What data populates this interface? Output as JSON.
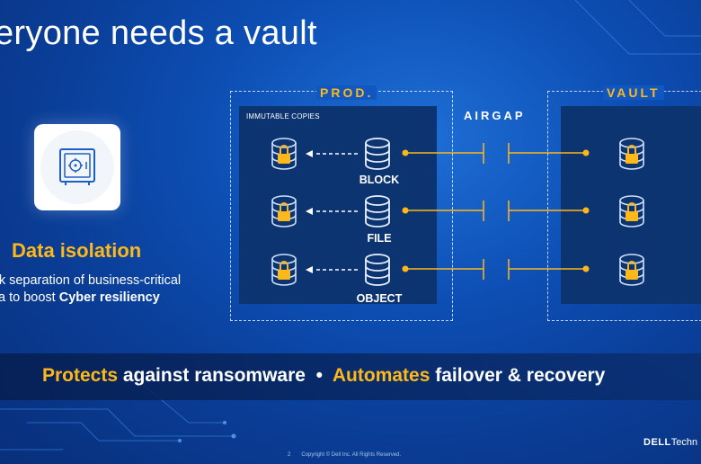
{
  "title": "eryone needs a vault",
  "isolation": {
    "icon": "vault-safe-icon",
    "title": "Data isolation",
    "desc_line1": "rk separation of business-critical",
    "desc_line2_prefix": "ta to boost ",
    "desc_line2_bold": "Cyber resiliency"
  },
  "prod": {
    "label": "PROD.",
    "sublabel": "IMMUTABLE COPIES"
  },
  "vault": {
    "label": "VAULT"
  },
  "airgap": "AIRGAP",
  "storage_types": [
    {
      "label": "BLOCK"
    },
    {
      "label": "FILE"
    },
    {
      "label": "OBJECT"
    }
  ],
  "banner": {
    "part1_highlight": "Protects",
    "part1_rest": " against ransomware",
    "separator": "  •  ",
    "part2_highlight": "Automates",
    "part2_rest": " failover & recovery"
  },
  "footer": {
    "page": "2",
    "copyright": "Copyright © Dell Inc. All Rights Reserved."
  },
  "logo": {
    "brand": "DELL",
    "suffix": "Techn"
  },
  "colors": {
    "accent": "#ffb819",
    "background": "#0d4fb5",
    "panel": "#0b3470"
  }
}
